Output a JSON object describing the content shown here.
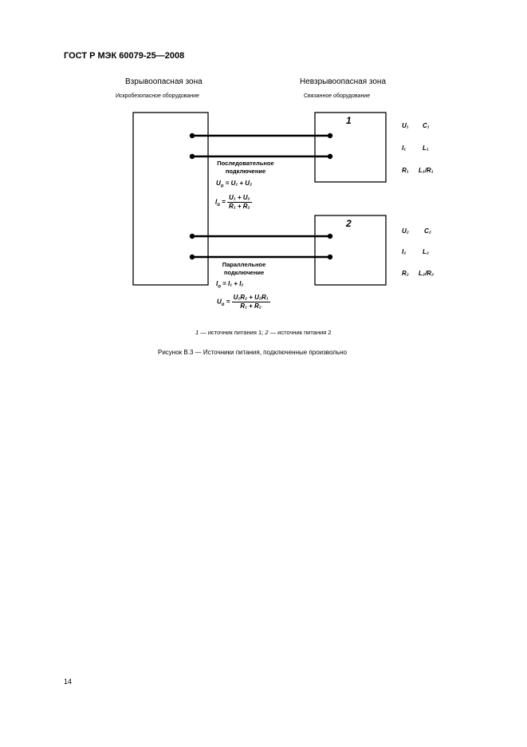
{
  "header": {
    "standard": "ГОСТ Р МЭК 60079-25—2008"
  },
  "diagram": {
    "hazardous_zone": "Взрывоопасная зона",
    "hazardous_equipment": "Искробезопасное оборудование",
    "safe_zone": "Невзрывоопасная зона",
    "safe_equipment": "Связанное оборудование",
    "box1_label": "1",
    "box2_label": "2",
    "series": {
      "label_line1": "Последовательное",
      "label_line2": "подключение",
      "uo_lhs": "U",
      "uo_lhs_sub": "o",
      "uo_rhs": "= U₁ + U₂",
      "io_lhs": "I",
      "io_lhs_sub": "o",
      "io_num": "U₁ + U₂",
      "io_den": "R₁ + R₂"
    },
    "parallel": {
      "label_line1": "Параллельное",
      "label_line2": "подключение",
      "io_lhs": "I",
      "io_lhs_sub": "o",
      "io_rhs": "= I₁ + I₂",
      "uo_lhs": "U",
      "uo_lhs_sub": "o",
      "uo_num": "U₁R₂ + U₂R₁",
      "uo_den": "R₁ + R₂"
    },
    "params1": [
      [
        "U₁",
        "C₁"
      ],
      [
        "I₁",
        "L₁"
      ],
      [
        "R₁",
        "L₁/R₁"
      ]
    ],
    "params2": [
      [
        "U₂",
        "C₂"
      ],
      [
        "I₂",
        "L₂"
      ],
      [
        "R₂",
        "L₂/R₂"
      ]
    ]
  },
  "caption": {
    "n1": "1",
    "t1": " — источник питания 1; ",
    "n2": "2",
    "t2": " — источник питания 2"
  },
  "figure_title": "Рисунок В.3 — Источники питания, подключенные произвольно",
  "page_number": "14"
}
